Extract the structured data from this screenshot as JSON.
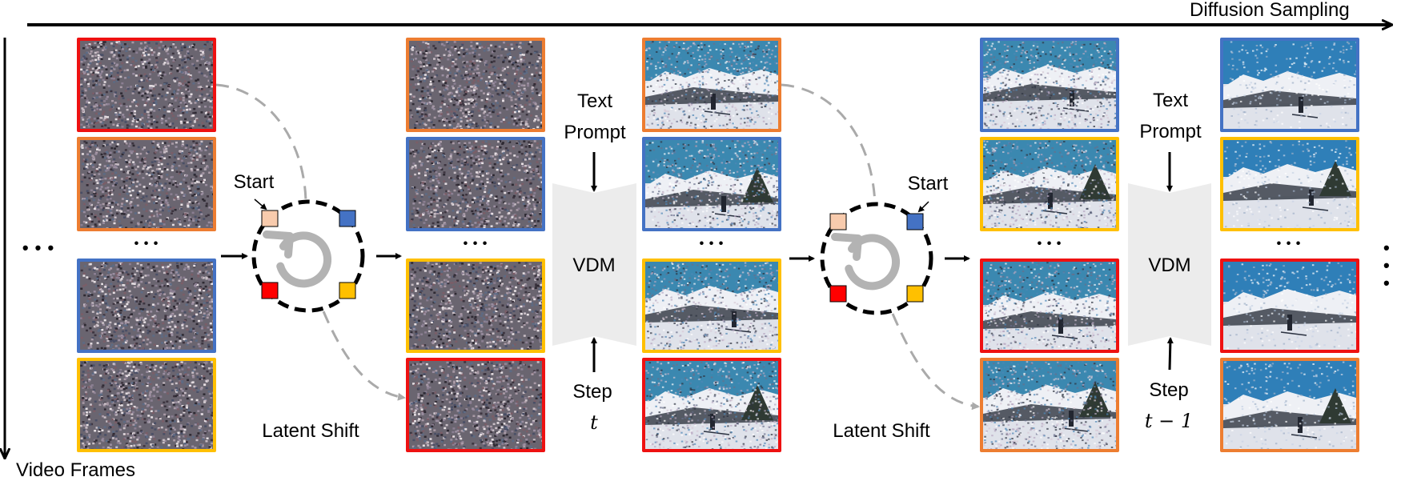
{
  "axes": {
    "horizontal_label": "Diffusion Sampling",
    "vertical_label": "Video Frames"
  },
  "colors": {
    "frame_red": "#ee1111",
    "frame_orange": "#ed7d31",
    "frame_blue": "#4472c4",
    "frame_yellow": "#ffc000",
    "square_peach": "#f8cbad",
    "vdm_fill": "#ececec",
    "shift_arrow": "#b0b0b0"
  },
  "ellipsis": "• • •",
  "stages": [
    {
      "name": "input-noise",
      "frames": [
        {
          "border": "red",
          "content": "pure-noise"
        },
        {
          "border": "orange",
          "content": "pure-noise"
        },
        {
          "border": "blue",
          "content": "pure-noise"
        },
        {
          "border": "yellow",
          "content": "pure-noise"
        }
      ]
    },
    {
      "name": "latent-shift-1",
      "start_label": "Start",
      "label": "Latent Shift",
      "squares": [
        "peach",
        "blue",
        "red",
        "yellow"
      ],
      "start_square": "peach"
    },
    {
      "name": "shifted-noise",
      "frames": [
        {
          "border": "orange",
          "content": "pure-noise"
        },
        {
          "border": "blue",
          "content": "pure-noise"
        },
        {
          "border": "yellow",
          "content": "pure-noise"
        },
        {
          "border": "red",
          "content": "pure-noise"
        }
      ]
    },
    {
      "name": "vdm-1",
      "label": "VDM",
      "text_prompt_label": [
        "Text",
        "Prompt"
      ],
      "step_label": "Step",
      "step_value": "t"
    },
    {
      "name": "denoised-step-t",
      "frames": [
        {
          "border": "orange",
          "content": "noisy-skier"
        },
        {
          "border": "blue",
          "content": "noisy-skier"
        },
        {
          "border": "yellow",
          "content": "noisy-skier"
        },
        {
          "border": "red",
          "content": "noisy-skier"
        }
      ]
    },
    {
      "name": "latent-shift-2",
      "start_label": "Start",
      "label": "Latent Shift",
      "squares": [
        "peach",
        "blue",
        "red",
        "yellow"
      ],
      "start_square": "blue"
    },
    {
      "name": "shifted-step-t",
      "frames": [
        {
          "border": "blue",
          "content": "noisy-skier"
        },
        {
          "border": "yellow",
          "content": "noisy-skier"
        },
        {
          "border": "red",
          "content": "noisy-skier"
        },
        {
          "border": "orange",
          "content": "noisy-skier"
        }
      ]
    },
    {
      "name": "vdm-2",
      "label": "VDM",
      "text_prompt_label": [
        "Text",
        "Prompt"
      ],
      "step_label": "Step",
      "step_value": "t − 1"
    },
    {
      "name": "denoised-step-t-minus-1",
      "frames": [
        {
          "border": "blue",
          "content": "clean-skier"
        },
        {
          "border": "yellow",
          "content": "clean-skier"
        },
        {
          "border": "red",
          "content": "clean-skier"
        },
        {
          "border": "orange",
          "content": "clean-skier"
        }
      ]
    }
  ]
}
